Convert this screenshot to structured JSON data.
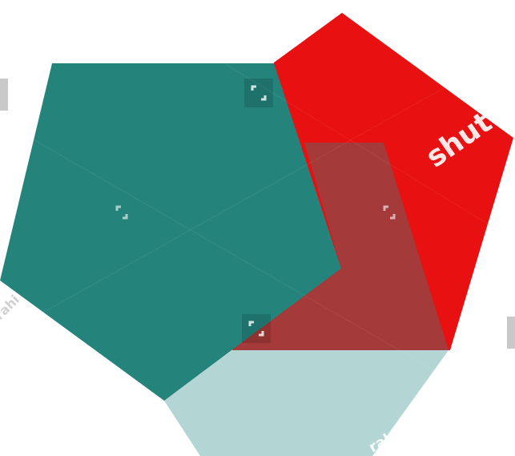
{
  "shapes": {
    "red_pentagon_color": "#e81010",
    "teal_pentagon_color": "#24847c",
    "light_teal_pentagon_color": "#b3d6d5",
    "overlap_color": "#a53a3a"
  },
  "watermark": {
    "brand_text": "shutte",
    "author_text_right": "rahi",
    "author_text_left": "rahi",
    "icon_name": "shutterstock-corner-icon",
    "text_color": "#ffffff",
    "icon_color": "#ffffff"
  }
}
